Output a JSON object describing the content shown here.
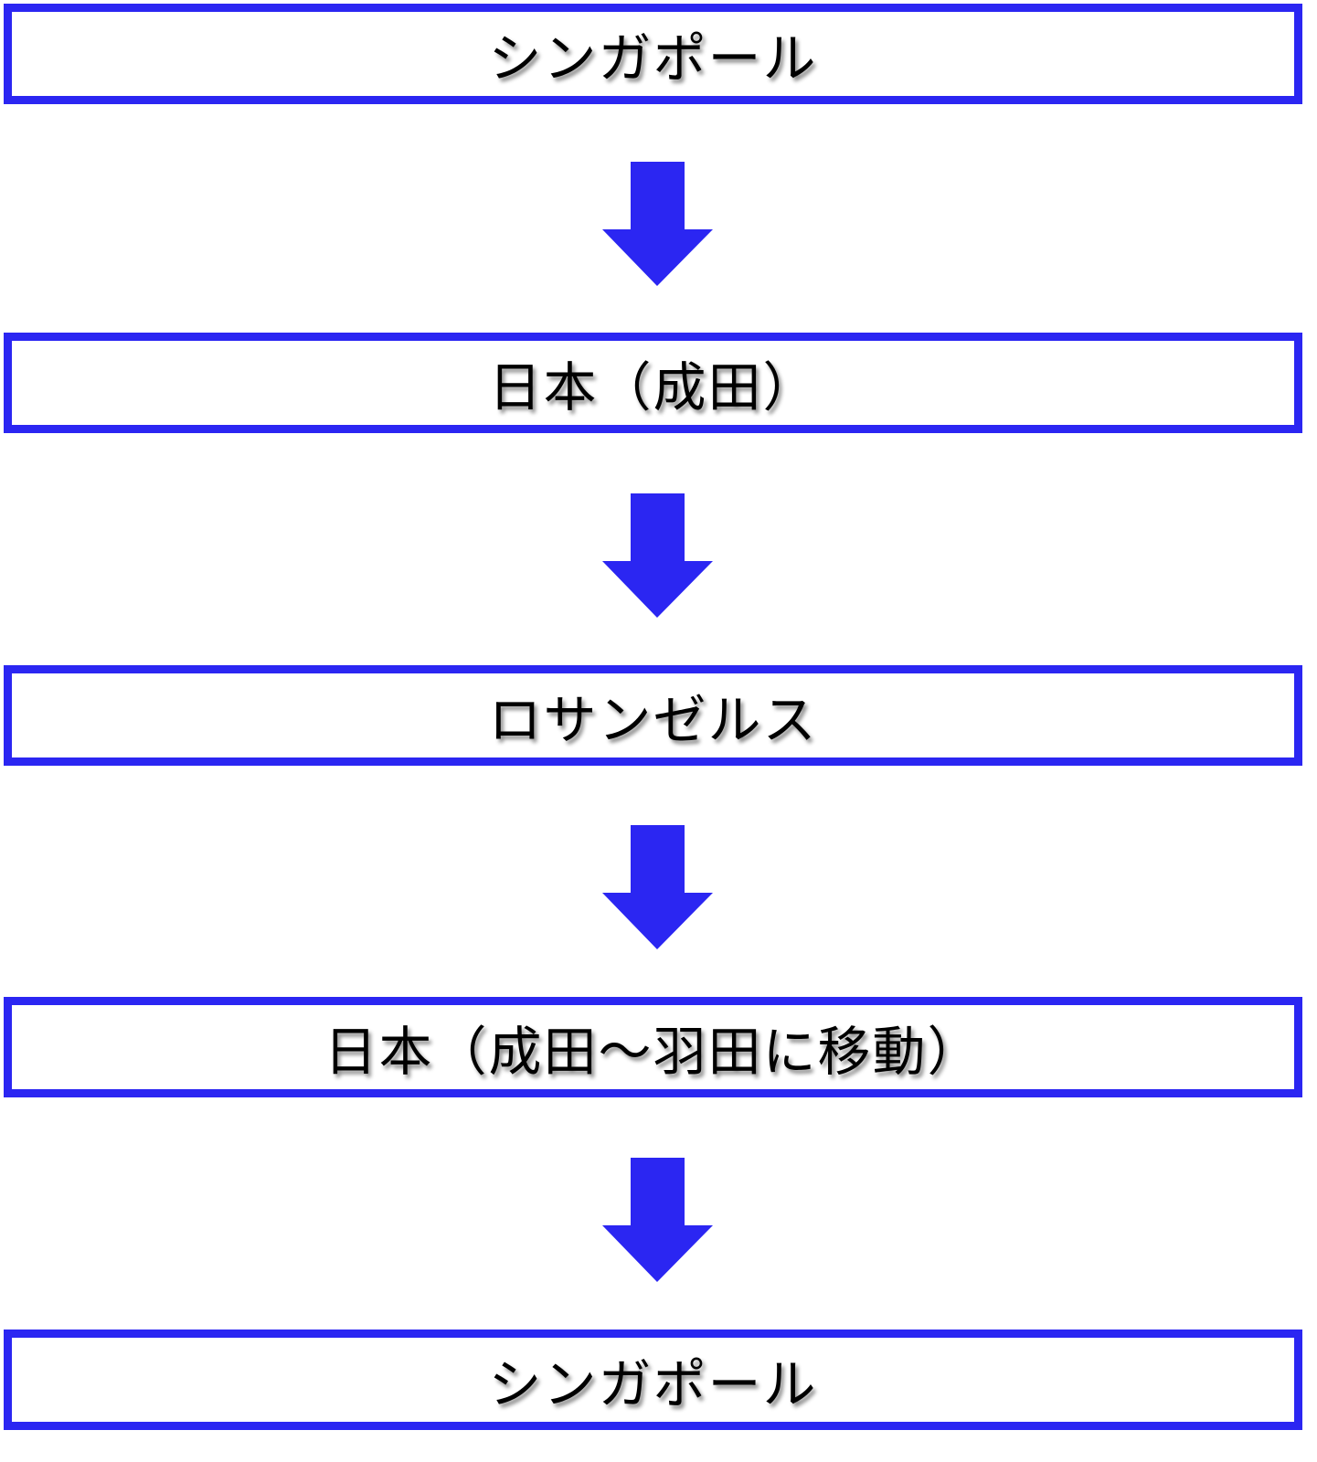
{
  "flow": {
    "steps": [
      {
        "label": "シンガポール"
      },
      {
        "label": "日本（成田）"
      },
      {
        "label": "ロサンゼルス"
      },
      {
        "label": "日本（成田～羽田に移動）"
      },
      {
        "label": "シンガポール"
      }
    ],
    "arrow_icon": "arrow-down-icon"
  },
  "colors": {
    "accent": "#2b26f2",
    "text": "#000000",
    "background": "#ffffff"
  }
}
